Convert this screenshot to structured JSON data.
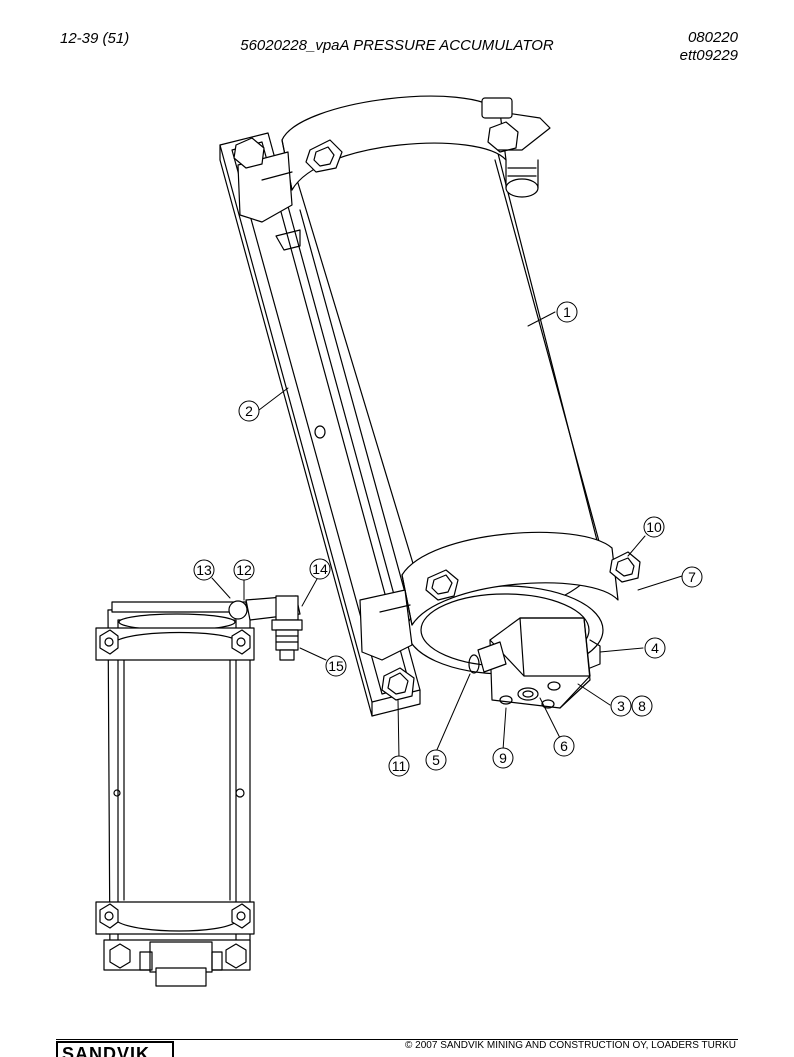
{
  "header": {
    "page_ref": "12-39 (51)",
    "title": "56020228_vpaA PRESSURE ACCUMULATOR",
    "date": "080220",
    "drawing_code": "ett09229"
  },
  "callouts": [
    "1",
    "2",
    "3",
    "4",
    "5",
    "6",
    "7",
    "8",
    "9",
    "10",
    "11",
    "12",
    "13",
    "14",
    "15"
  ],
  "footer": {
    "copyright": "© 2007 SANDVIK MINING AND CONSTRUCTION OY, LOADERS TURKU",
    "logo_text": "SANDVIK"
  }
}
